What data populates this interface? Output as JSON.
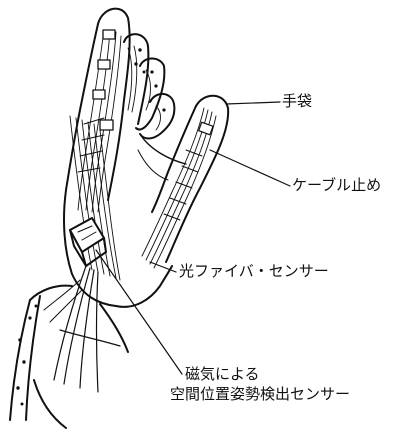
{
  "labels": {
    "glove": "手袋",
    "cable_clip": "ケーブル止め",
    "optical_fiber_sensor": "光ファイバ・センサー",
    "magnetic_sensor_line1": "磁気による",
    "magnetic_sensor_line2": "空間位置姿勢検出センサー"
  },
  "colors": {
    "ink": "#111111",
    "background": "#ffffff"
  }
}
